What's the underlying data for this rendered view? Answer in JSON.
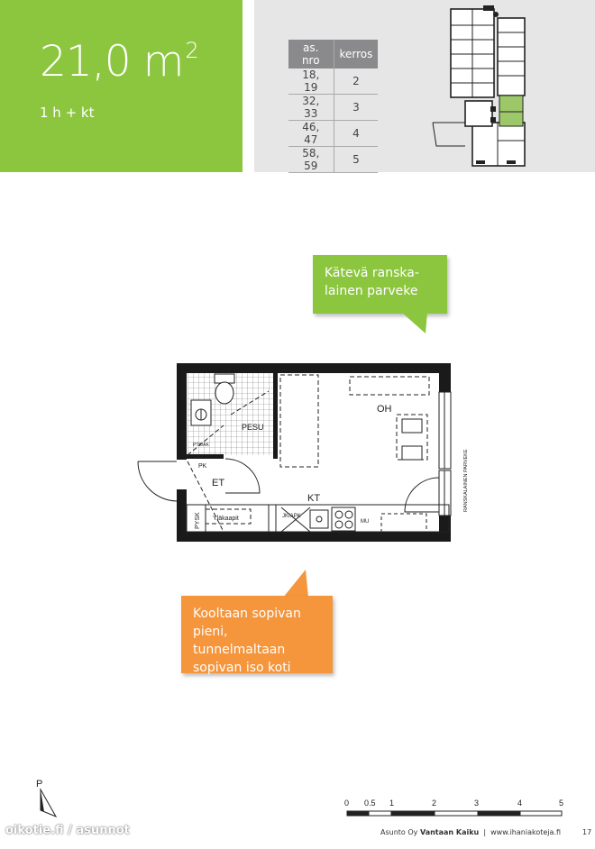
{
  "apartment": {
    "area_number": "21,0 m",
    "area_exp": "2",
    "rooms": "1 h + kt"
  },
  "table": {
    "headers": [
      "as. nro",
      "kerros"
    ],
    "rows": [
      [
        "18, 19",
        "2"
      ],
      [
        "32, 33",
        "3"
      ],
      [
        "46, 47",
        "4"
      ],
      [
        "58, 59",
        "5"
      ]
    ]
  },
  "callouts": {
    "balcony": "Kätevä ranska-\nlainen parveke",
    "size": "Kooltaan sopivan pieni, tunnelmaltaan sopivan iso koti"
  },
  "floorplan": {
    "labels": {
      "oh": "OH",
      "kt": "KT",
      "et": "ET",
      "pesu": "PESU",
      "pk": "PK",
      "pysk": "PYSK",
      "ylakaapit": "Yläkaapit",
      "jkapk": "JK/APK",
      "mu": "MU",
      "balcony": "RANSKALAINEN PARVEKE",
      "ptk": "PTK/AK"
    }
  },
  "compass": {
    "letter": "P"
  },
  "scale": {
    "ticks": [
      "0",
      "0.5",
      "1",
      "2",
      "3",
      "4",
      "5"
    ]
  },
  "footer": {
    "company_prefix": "Asunto Oy",
    "company_name": "Vantaan Kaiku",
    "separator": "|",
    "website": "www.ihaniakoteja.fi",
    "page": "17",
    "watermark": "oikotie.fi / asunnot"
  },
  "colors": {
    "green": "#8cc63f",
    "orange": "#f5953c",
    "gray_panel": "#e6e6e7"
  }
}
